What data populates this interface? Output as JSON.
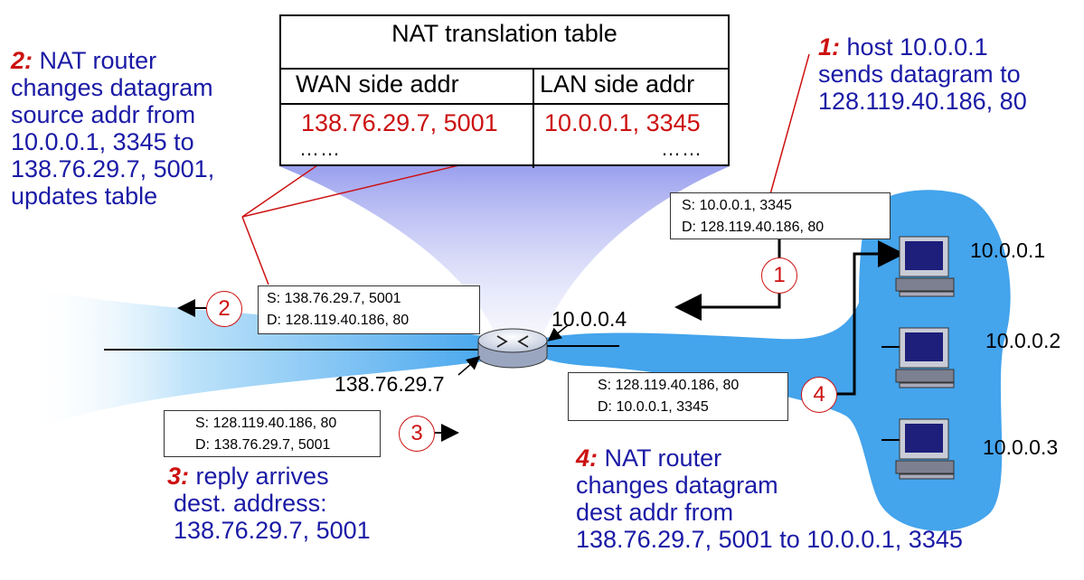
{
  "nat_table": {
    "title": "NAT translation table",
    "wan_header": "WAN side addr",
    "lan_header": "LAN side addr",
    "wan_entry": "138.76.29.7, 5001",
    "lan_entry": "10.0.0.1, 3345",
    "wan_more": "……",
    "lan_more": "……"
  },
  "notes": {
    "step1": {
      "num": "1:",
      "lines": [
        "host 10.0.0.1",
        "sends datagram to",
        "128.119.40.186, 80"
      ]
    },
    "step2": {
      "num": "2:",
      "lines": [
        "NAT router",
        "changes datagram",
        "source addr from",
        "10.0.0.1, 3345 to",
        "138.76.29.7, 5001,",
        "updates table"
      ]
    },
    "step3": {
      "num": "3:",
      "lines": [
        "reply arrives",
        "dest. address:",
        "138.76.29.7, 5001"
      ]
    },
    "step4": {
      "num": "4:",
      "lines": [
        "NAT router",
        "changes datagram",
        "dest addr from",
        "138.76.29.7, 5001 to 10.0.0.1, 3345"
      ]
    }
  },
  "datagrams": {
    "d1": {
      "src": "S: 10.0.0.1, 3345",
      "dst": "D: 128.119.40.186, 80"
    },
    "d2": {
      "src": "S: 138.76.29.7, 5001",
      "dst": "D: 128.119.40.186, 80"
    },
    "d3": {
      "src": "S: 128.119.40.186, 80",
      "dst": "D: 138.76.29.7, 5001"
    },
    "d4": {
      "src": "S: 128.119.40.186, 80",
      "dst": "D: 10.0.0.1, 3345"
    }
  },
  "step_markers": [
    "1",
    "2",
    "3",
    "4"
  ],
  "addresses": {
    "router_lan": "10.0.0.4",
    "router_wan": "138.76.29.7",
    "host1": "10.0.0.1",
    "host2": "10.0.0.2",
    "host3": "10.0.0.3"
  },
  "colors": {
    "step_number": "#cc1111",
    "note_text": "#1a1aa6",
    "table_entry": "#cc1111",
    "network": "#3399ee"
  }
}
